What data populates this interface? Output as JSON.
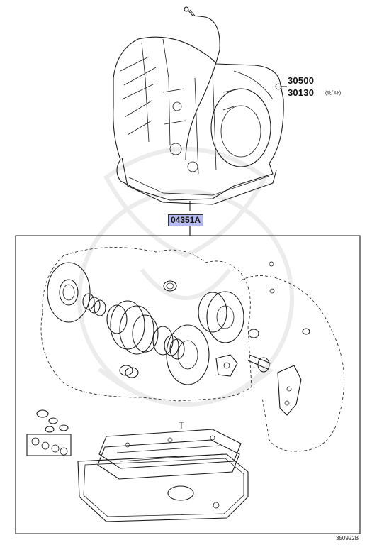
{
  "callouts": {
    "part_30500": "30500",
    "part_30130": "30130",
    "part_30130_note": "(ﾘﾋﾞﾙﾄ)",
    "kit_04351A": "04351A"
  },
  "colors": {
    "kit_highlight": "#b4b9f0",
    "line": "#1a1a1a",
    "watermark": "#ececec"
  },
  "figure_number": "350922B"
}
